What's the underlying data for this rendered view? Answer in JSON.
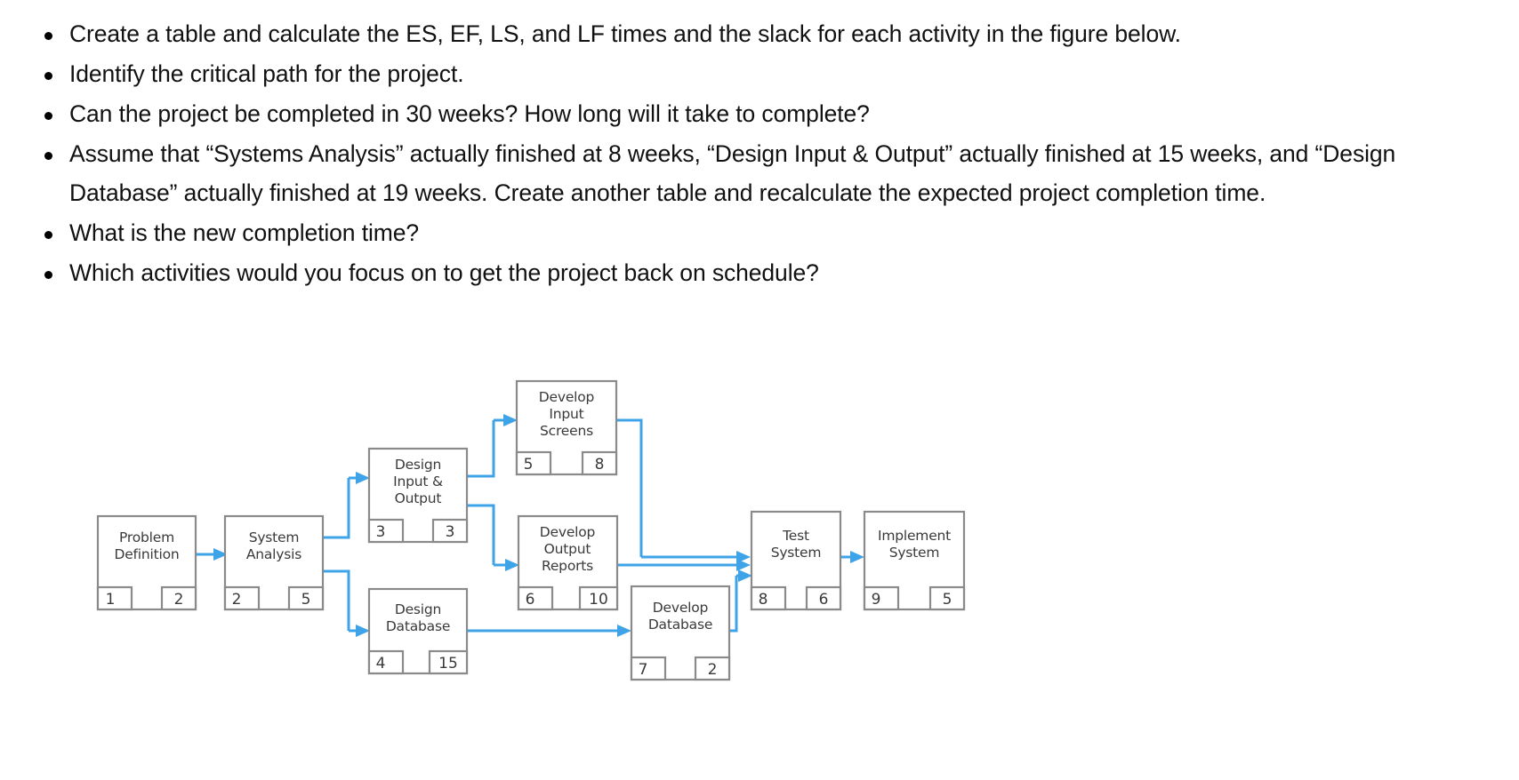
{
  "questions": [
    "Create a table and calculate the ES, EF, LS, and LF times and the slack for each activity in the figure below.",
    "Identify the critical path for the project.",
    "Can the project be completed in 30 weeks?  How long will it take to complete?",
    "Assume that “Systems Analysis” actually finished at 8 weeks, “Design Input & Output” actually finished at 15 weeks, and “Design Database” actually finished at 19 weeks. Create another table and recalculate the expected project completion time.",
    "What is the new completion time?",
    "Which activities would you focus on to get the project back on schedule?"
  ],
  "diagram": {
    "type": "activity-on-node-network",
    "accent_color": "#3fa3e8",
    "box_border_color": "#8a8a8a",
    "text_color": "#3a3a3a",
    "nodes": [
      {
        "id": "problem-definition",
        "lines": [
          "Problem",
          "Definition"
        ],
        "left_num": "1",
        "right_num": "2"
      },
      {
        "id": "system-analysis",
        "lines": [
          "System",
          "Analysis"
        ],
        "left_num": "2",
        "right_num": "5"
      },
      {
        "id": "design-input-output",
        "lines": [
          "Design",
          "Input &",
          "Output"
        ],
        "left_num": "3",
        "right_num": "3"
      },
      {
        "id": "develop-input-screens",
        "lines": [
          "Develop",
          "Input",
          "Screens"
        ],
        "left_num": "5",
        "right_num": "8"
      },
      {
        "id": "develop-output-reports",
        "lines": [
          "Develop",
          "Output",
          "Reports"
        ],
        "left_num": "6",
        "right_num": "10"
      },
      {
        "id": "design-database",
        "lines": [
          "Design",
          "Database"
        ],
        "left_num": "4",
        "right_num": "15"
      },
      {
        "id": "develop-database",
        "lines": [
          "Develop",
          "Database"
        ],
        "left_num": "7",
        "right_num": "2"
      },
      {
        "id": "test-system",
        "lines": [
          "Test",
          "System"
        ],
        "left_num": "8",
        "right_num": "6"
      },
      {
        "id": "implement-system",
        "lines": [
          "Implement",
          "System"
        ],
        "left_num": "9",
        "right_num": "5"
      }
    ],
    "edges": [
      {
        "from": "problem-definition",
        "to": "system-analysis"
      },
      {
        "from": "system-analysis",
        "to": "design-input-output"
      },
      {
        "from": "system-analysis",
        "to": "design-database"
      },
      {
        "from": "design-input-output",
        "to": "develop-input-screens"
      },
      {
        "from": "design-input-output",
        "to": "develop-output-reports"
      },
      {
        "from": "design-database",
        "to": "develop-database"
      },
      {
        "from": "develop-input-screens",
        "to": "test-system"
      },
      {
        "from": "develop-output-reports",
        "to": "test-system"
      },
      {
        "from": "develop-database",
        "to": "test-system"
      },
      {
        "from": "test-system",
        "to": "implement-system"
      }
    ]
  }
}
